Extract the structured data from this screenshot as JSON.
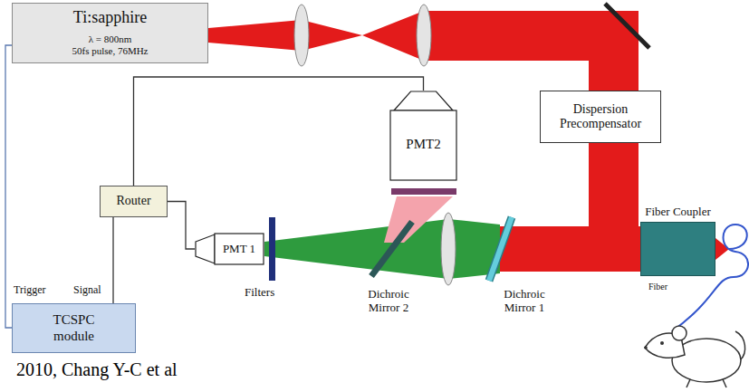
{
  "diagram": {
    "caption": "2010, Chang Y-C et al",
    "nodes": [
      {
        "text": [
          "Ti:sapphire",
          "λ = 800nm",
          "50fs pulse, 76MHz"
        ]
      },
      {
        "text": [
          "Dispersion Precompensator"
        ]
      },
      {
        "text": [
          "PMT2"
        ]
      },
      {
        "text": [
          "Router"
        ]
      },
      {
        "text": [
          "TCSPC module"
        ]
      },
      {
        "text": [
          "PMT 1"
        ]
      },
      {
        "text": [
          "Fiber Coupler"
        ]
      }
    ],
    "edges": [
      {
        "from": 0,
        "to": 4,
        "arrow": "none",
        "label": "Trigger"
      },
      {
        "from": 3,
        "to": 4,
        "arrow": "none",
        "label": "Signal"
      },
      {
        "from": 3,
        "to": 2,
        "arrow": "none"
      },
      {
        "from": 3,
        "to": 5,
        "arrow": "none"
      }
    ],
    "labels": [
      "Filters",
      "Dichroic Mirror 2",
      "Dichroic Mirror 1",
      "Fiber"
    ]
  }
}
